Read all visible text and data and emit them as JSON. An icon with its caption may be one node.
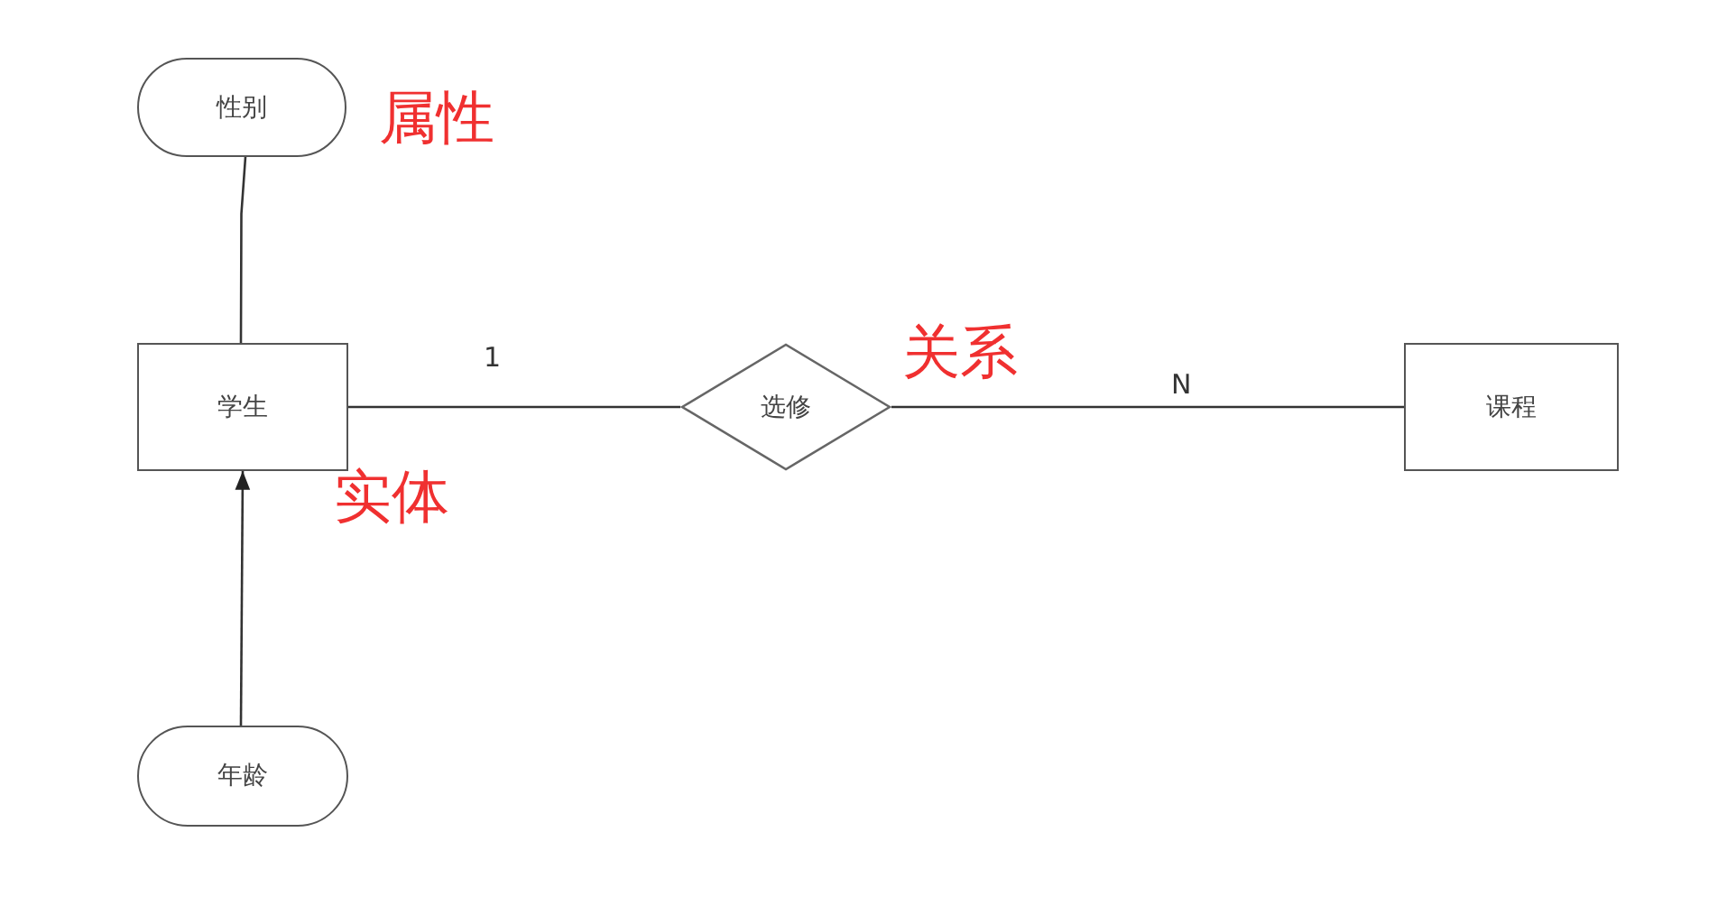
{
  "diagram": {
    "nodes": [
      {
        "text": [
          "性别"
        ]
      },
      {
        "text": [
          "学生"
        ]
      },
      {
        "text": [
          "选修"
        ]
      },
      {
        "text": [
          "课程"
        ]
      },
      {
        "text": [
          "年龄"
        ]
      }
    ],
    "edges": [
      {
        "from": 0,
        "to": 1,
        "arrow": "none"
      },
      {
        "from": 1,
        "to": 2,
        "arrow": "none",
        "label": "1"
      },
      {
        "from": 2,
        "to": 3,
        "arrow": "none",
        "label": "N"
      },
      {
        "from": 4,
        "to": 1,
        "arrow": "to"
      }
    ],
    "labels": [
      "属性",
      "关系",
      "实体"
    ]
  }
}
